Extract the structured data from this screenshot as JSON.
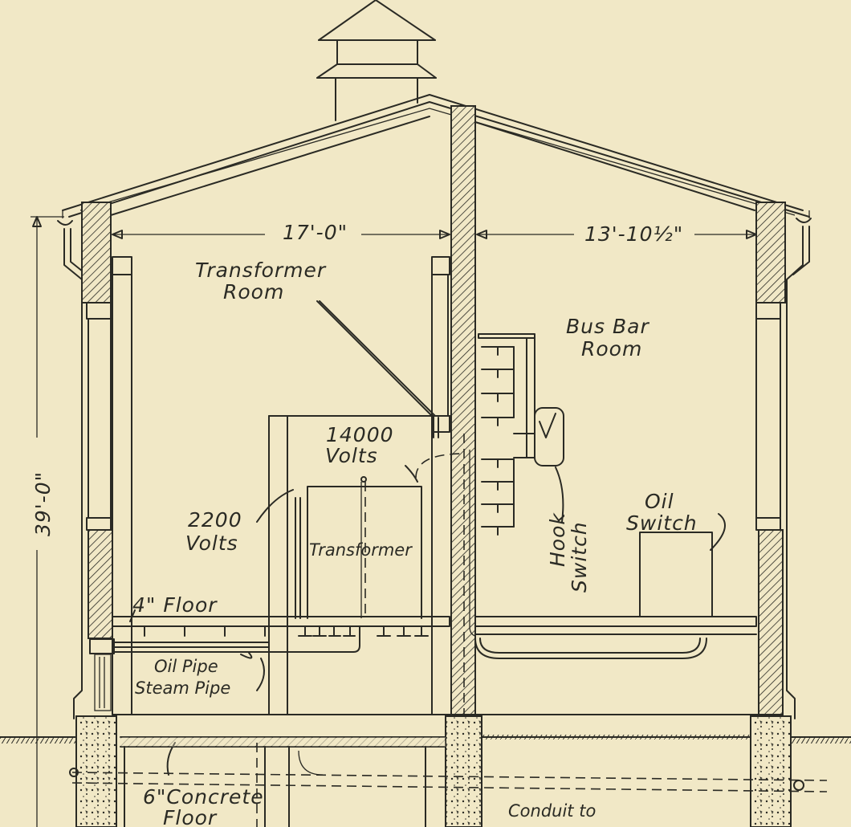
{
  "labels": {
    "transformer_room_line1": "Transformer",
    "transformer_room_line2": "Room",
    "bus_bar_room_line1": "Bus Bar",
    "bus_bar_room_line2": "Room",
    "volts_14000_line1": "14000",
    "volts_14000_line2": "Volts",
    "volts_2200_line1": "2200",
    "volts_2200_line2": "Volts",
    "transformer": "Transformer",
    "hook_switch_line1": "Hook",
    "hook_switch_line2": "Switch",
    "oil_switch_line1": "Oil",
    "oil_switch_line2": "Switch",
    "floor_4in": "4\" Floor",
    "oil_pipe": "Oil Pipe",
    "steam_pipe": "Steam Pipe",
    "concrete_floor_line1": "6\"Concrete",
    "concrete_floor_line2": "Floor",
    "conduit_line1": "Conduit to"
  },
  "dimensions": {
    "transformer_room_width": "17'-0\"",
    "bus_bar_room_width": "13'-10½\"",
    "height": "39'-0\""
  }
}
